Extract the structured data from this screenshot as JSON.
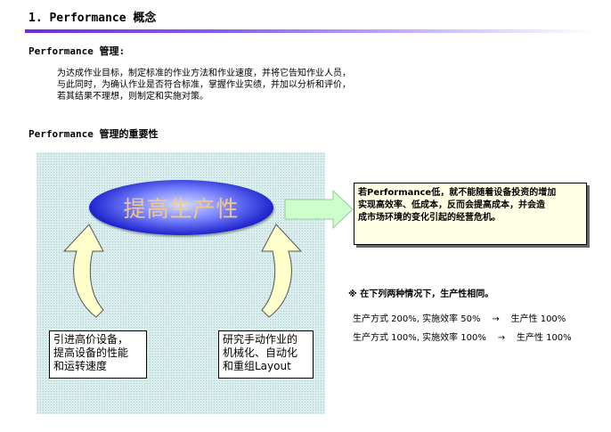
{
  "title": "1. Performance 概念",
  "section1": {
    "heading": "Performance 管理:",
    "paragraph": [
      "为达成作业目标，制定标准的作业方法和作业速度，并将它告知作业人员，",
      "与此同时，为确认作业是否符合标准，掌握作业实绩，并加以分析和评价，",
      "若其结果不理想，则制定和实施对策。"
    ]
  },
  "section2": {
    "heading": "Performance 管理的重要性",
    "ellipse_text": "提高生产性",
    "left_box": [
      "引进高价设备，",
      "提高设备的性能",
      "和运转速度"
    ],
    "right_box": [
      "研究手动作业的",
      "机械化、自动化",
      "和重组Layout"
    ],
    "note": [
      "若Performance低，就不能随着设备投资的增加",
      "实现高效率、低成本，反而会提高成本，并会造",
      "成市场环境的变化引起的经营危机。"
    ],
    "note2": "※ 在下列两种情况下，生产性相同。",
    "cases": [
      {
        "left": "生产方式 200%, 实施效率 50%",
        "arrow": "→",
        "right": "生产性 100%"
      },
      {
        "left": "生产方式 100%, 实施效率 100%",
        "arrow": "→",
        "right": "生产性 100%"
      }
    ]
  },
  "colors": {
    "title_rule": "#6a2fd8",
    "ellipse": "#1318c8",
    "ellipse_text": "#f3c884",
    "panel": "#dbeeed",
    "curved_arrow": "#ffffcc",
    "right_arrow": "#ccffcc",
    "note_bg": "#ffffe6"
  }
}
